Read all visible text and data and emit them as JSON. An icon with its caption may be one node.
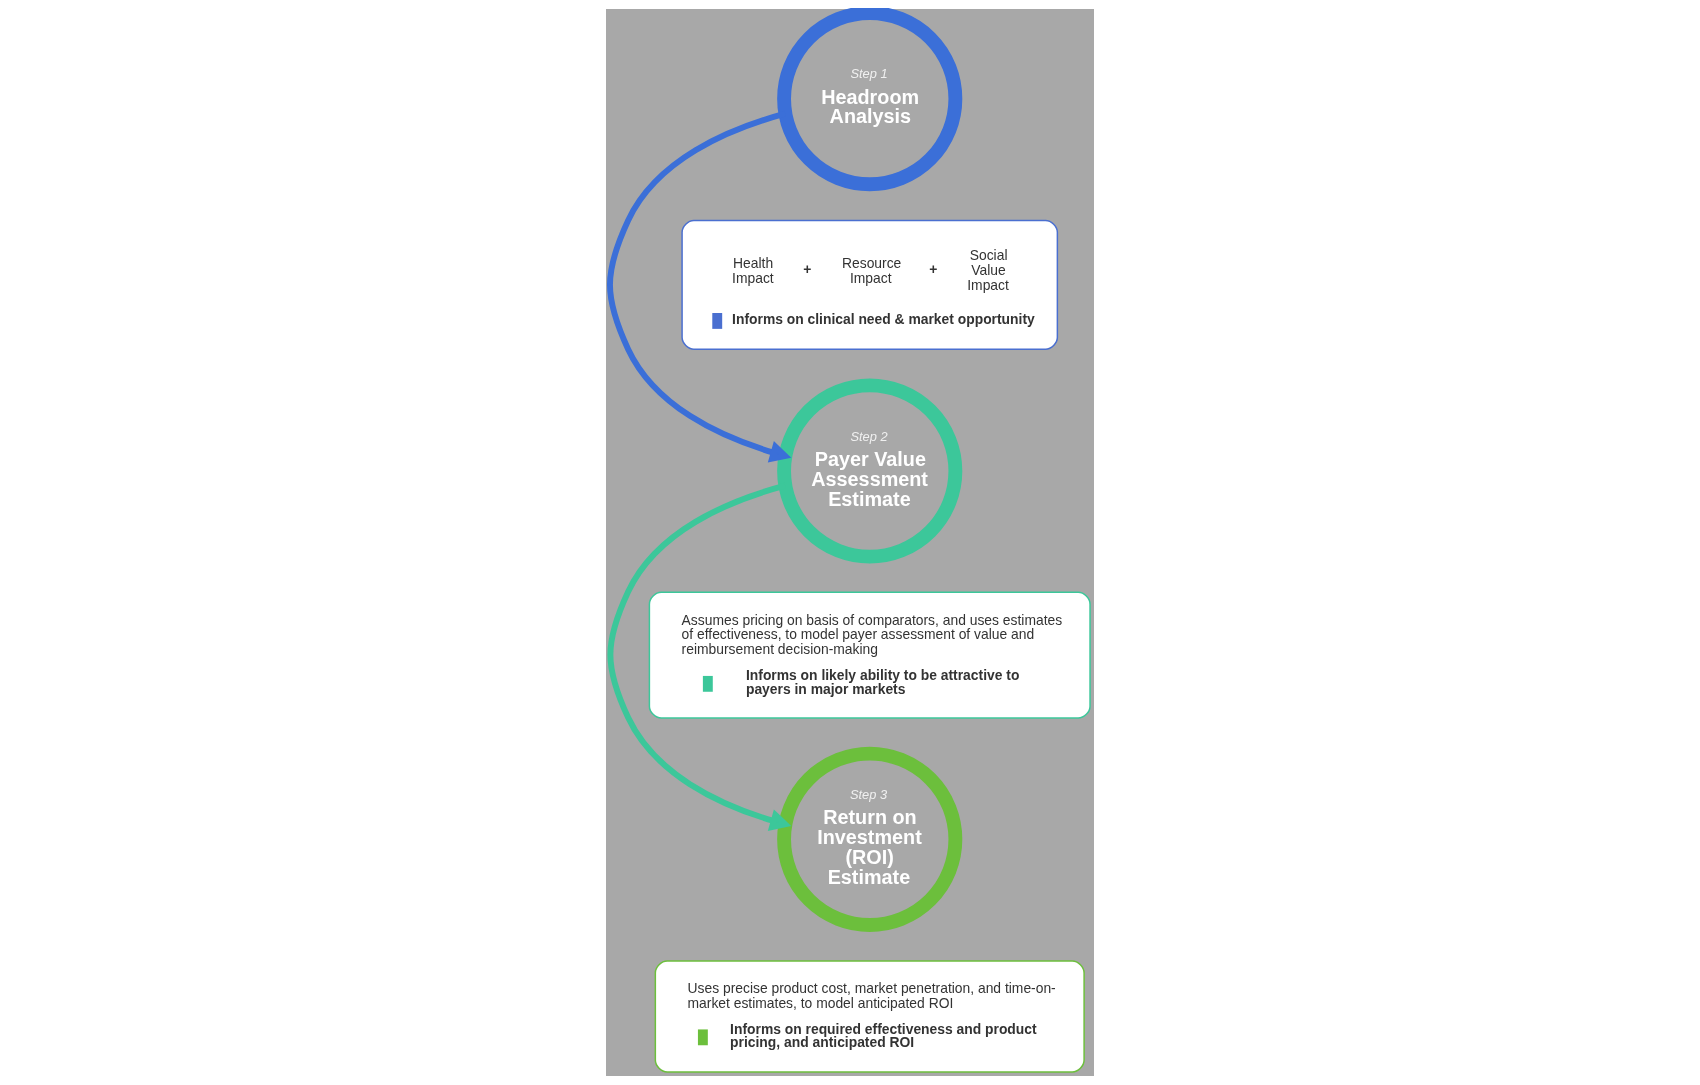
{
  "diagram": {
    "nodes": [
      {
        "text": [
          "Step 1",
          "Headroom Analysis"
        ]
      },
      {
        "text": [
          "Health Impact",
          "+",
          "Resource Impact",
          "+",
          "Social Value Impact",
          "Informs on clinical need & market opportunity"
        ]
      },
      {
        "text": [
          "Step 2",
          "Payer Value Assessment Estimate"
        ]
      },
      {
        "text": [
          "Assumes pricing on basis of comparators, and uses estimates of effectiveness, to model payer assessment of value and reimbursement decision-making",
          "Informs on likely ability to be attractive to payers in major markets"
        ]
      },
      {
        "text": [
          "Step 3",
          "Return on Investment (ROI) Estimate"
        ]
      },
      {
        "text": [
          "Uses precise product cost, market penetration, and time-on-market estimates, to model anticipated ROI",
          "Informs on required effectiveness and product pricing, and anticipated ROI"
        ]
      }
    ],
    "edges": [
      {
        "from": 0,
        "to": 2,
        "arrow": "to",
        "color": "#3b6fd8"
      },
      {
        "from": 2,
        "to": 4,
        "arrow": "to",
        "color": "#3cc79a"
      }
    ]
  }
}
